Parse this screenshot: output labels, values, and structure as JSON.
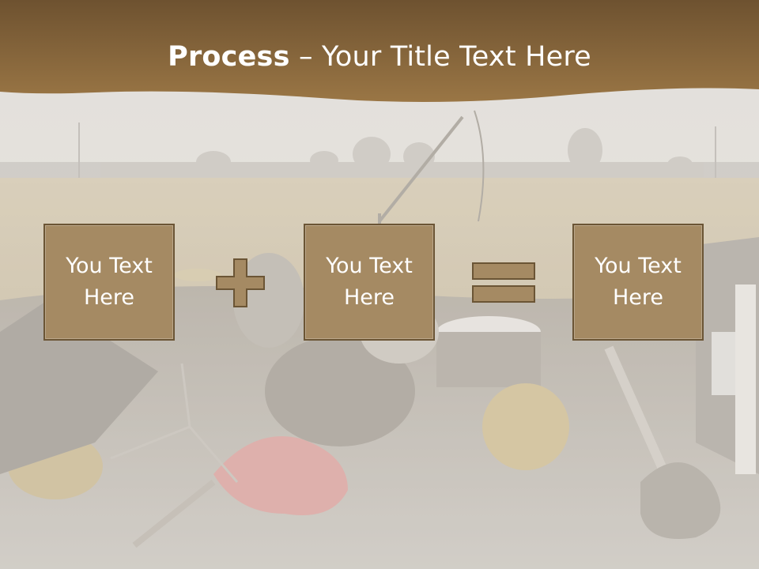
{
  "slide": {
    "title_bold": "Process",
    "title_rest": " – Your Title Text Here",
    "boxes": [
      {
        "text": "You Text Here"
      },
      {
        "text": "You Text Here"
      },
      {
        "text": "You Text Here"
      }
    ],
    "operators": [
      {
        "icon": "plus-icon"
      },
      {
        "icon": "equals-icon"
      }
    ]
  },
  "colors": {
    "header": "#7a5b34",
    "box_fill": "#a58a63",
    "box_border": "#6b5535",
    "text": "#ffffff"
  }
}
